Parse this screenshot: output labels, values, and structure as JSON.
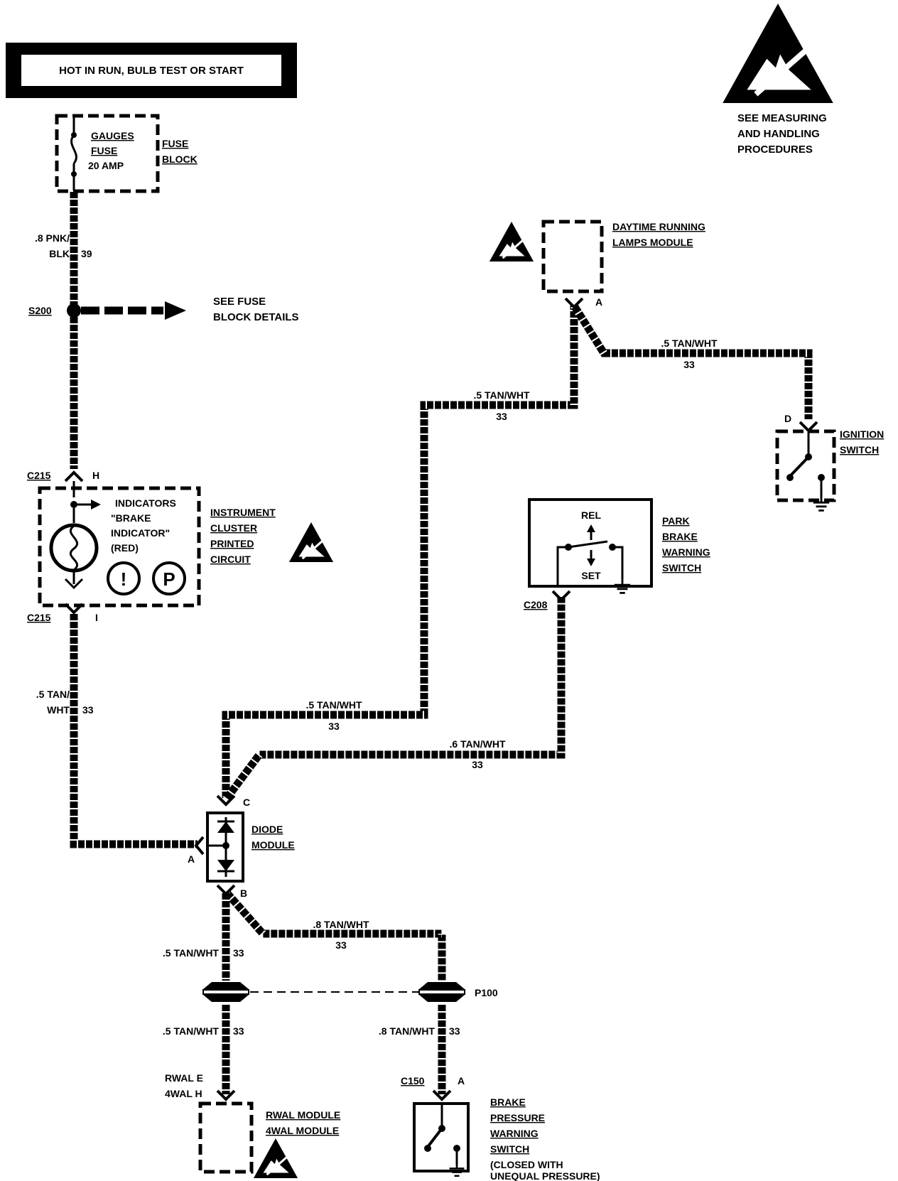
{
  "header": {
    "power_text": "HOT IN RUN, BULB TEST OR START"
  },
  "esd_notice": {
    "lines": [
      "SEE MEASURING",
      "AND HANDLING",
      "PROCEDURES"
    ]
  },
  "fuse_block": {
    "fuse_lines": [
      "GAUGES",
      "FUSE",
      "20 AMP"
    ],
    "block_lines": [
      "FUSE",
      "BLOCK"
    ]
  },
  "wire_39": {
    "gauge": ".8 PNK/",
    "color": "BLK",
    "circuit": "39"
  },
  "splice_s200": {
    "id": "S200",
    "note_lines": [
      "SEE FUSE",
      "BLOCK DETAILS"
    ]
  },
  "drl_module": {
    "lines": [
      "DAYTIME RUNNING",
      "LAMPS MODULE"
    ],
    "pin": "A"
  },
  "drl_to_ign_wire": {
    "label": ".5 TAN/WHT",
    "circuit": "33"
  },
  "drl_down_wire": {
    "label": ".5 TAN/WHT",
    "circuit": "33"
  },
  "ignition_switch": {
    "pin": "D",
    "lines": [
      "IGNITION",
      "SWITCH"
    ]
  },
  "park_brake_switch": {
    "rel": "REL",
    "set": "SET",
    "lines": [
      "PARK",
      "BRAKE",
      "WARNING",
      "SWITCH"
    ],
    "connector": "C208"
  },
  "instrument_cluster": {
    "connector_top": "C215",
    "pin_top": "H",
    "connector_bottom": "C215",
    "pin_bottom": "I",
    "indicator_lines": [
      "INDICATORS",
      "\"BRAKE",
      "INDICATOR\"",
      "(RED)"
    ],
    "symbol_excl": "!",
    "symbol_p": "P",
    "lines": [
      "INSTRUMENT",
      "CLUSTER",
      "PRINTED",
      "CIRCUIT"
    ]
  },
  "cluster_wire": {
    "gauge": ".5 TAN/",
    "color": "WHT",
    "circuit": "33"
  },
  "diode_wire_1": {
    "label": ".5 TAN/WHT",
    "circuit": "33"
  },
  "diode_wire_2": {
    "label": ".6 TAN/WHT",
    "circuit": "33"
  },
  "diode_module": {
    "lines": [
      "DIODE",
      "MODULE"
    ],
    "pin_a": "A",
    "pin_b": "B",
    "pin_c": "C"
  },
  "b_wire_right": {
    "label": ".8 TAN/WHT",
    "circuit": "33"
  },
  "b_wire_left": {
    "label": ".5 TAN/WHT",
    "circuit": "33"
  },
  "connector_p100": {
    "id": "P100"
  },
  "left_lower_wire": {
    "label": ".5 TAN/WHT",
    "circuit": "33"
  },
  "right_lower_wire": {
    "label": ".8 TAN/WHT",
    "circuit": "33"
  },
  "rwal_module": {
    "pin_rwal": "RWAL  E",
    "pin_4wal": "4WAL  H",
    "lines": [
      "RWAL MODULE",
      "4WAL MODULE"
    ]
  },
  "brake_pressure_switch": {
    "connector": "C150",
    "pin": "A",
    "lines": [
      "BRAKE",
      "PRESSURE",
      "WARNING",
      "SWITCH"
    ],
    "note_lines": [
      "(CLOSED WITH",
      "UNEQUAL PRESSURE)"
    ]
  }
}
